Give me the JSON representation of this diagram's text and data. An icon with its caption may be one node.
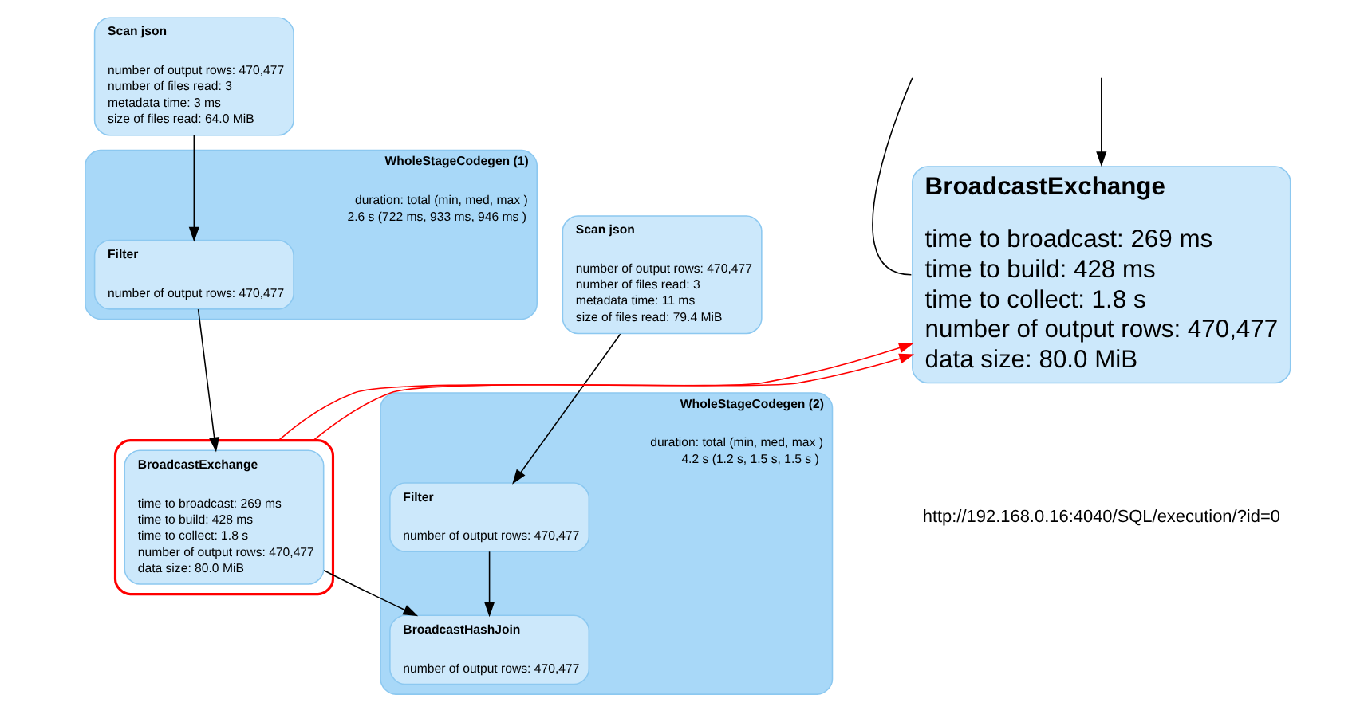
{
  "diagram": {
    "nodes": [
      {
        "text": [
          "Scan json",
          "number of output rows: 470,477",
          "number of files read: 3",
          "metadata time: 3 ms",
          "size of files read: 64.0 MiB"
        ]
      },
      {
        "text": [
          "WholeStageCodegen (1)",
          "duration: total (min, med, max )",
          "2.6 s (722 ms, 933 ms, 946 ms )"
        ]
      },
      {
        "text": [
          "Filter",
          "number of output rows: 470,477"
        ],
        "in": 1
      },
      {
        "text": [
          "Scan json",
          "number of output rows: 470,477",
          "number of files read: 3",
          "metadata time: 11 ms",
          "size of files read: 79.4 MiB"
        ]
      },
      {
        "text": [
          "WholeStageCodegen (2)",
          "duration: total (min, med, max )",
          "4.2 s (1.2 s, 1.5 s, 1.5 s )"
        ]
      },
      {
        "text": [
          "Filter",
          "number of output rows: 470,477"
        ],
        "in": 4
      },
      {
        "text": [
          "BroadcastHashJoin",
          "number of output rows: 470,477"
        ],
        "in": 4
      },
      {
        "text": [],
        "shape": "box"
      },
      {
        "text": [
          "BroadcastExchange",
          "time to broadcast: 269 ms",
          "time to build: 428 ms",
          "time to collect: 1.8 s",
          "number of output rows: 470,477",
          "data size: 80.0 MiB"
        ],
        "in": 7
      },
      {
        "text": [
          "BroadcastExchange",
          "time to broadcast: 269 ms",
          "time to build: 428 ms",
          "time to collect: 1.8 s",
          "number of output rows: 470,477",
          "data size: 80.0 MiB"
        ]
      }
    ],
    "edges": [
      {
        "from": 0,
        "to": 2,
        "arrow": "to"
      },
      {
        "from": 2,
        "to": 8,
        "arrow": "to"
      },
      {
        "from": 3,
        "to": 5,
        "arrow": "to"
      },
      {
        "from": 5,
        "to": 6,
        "arrow": "to"
      },
      {
        "from": 8,
        "to": 6,
        "arrow": "to"
      },
      {
        "from": 7,
        "to": 9,
        "arrow": "to",
        "color": "#ff0000"
      },
      {
        "from": 7,
        "to": 9,
        "arrow": "to",
        "color": "#ff0000"
      },
      {
        "from": null,
        "to": 9,
        "arrow": "none"
      },
      {
        "from": null,
        "to": 9,
        "arrow": "to"
      }
    ],
    "labels": [
      "http://192.168.0.16:4040/SQL/execution/?id=0"
    ]
  }
}
